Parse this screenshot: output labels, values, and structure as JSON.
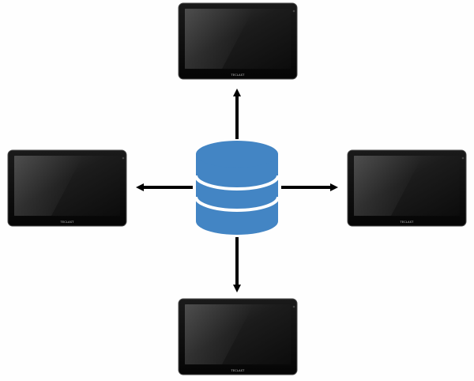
{
  "diagram": {
    "center_node": {
      "icon": "database-icon",
      "color": "#4385c4"
    },
    "arrow_color": "#000000",
    "tablets": [
      {
        "name": "tablet-top",
        "icon": "tablet-icon",
        "brand_text": "TECLAST"
      },
      {
        "name": "tablet-left",
        "icon": "tablet-icon",
        "brand_text": "TECLAST"
      },
      {
        "name": "tablet-right",
        "icon": "tablet-icon",
        "brand_text": "TECLAST"
      },
      {
        "name": "tablet-bottom",
        "icon": "tablet-icon",
        "brand_text": "TECLAST"
      }
    ]
  }
}
